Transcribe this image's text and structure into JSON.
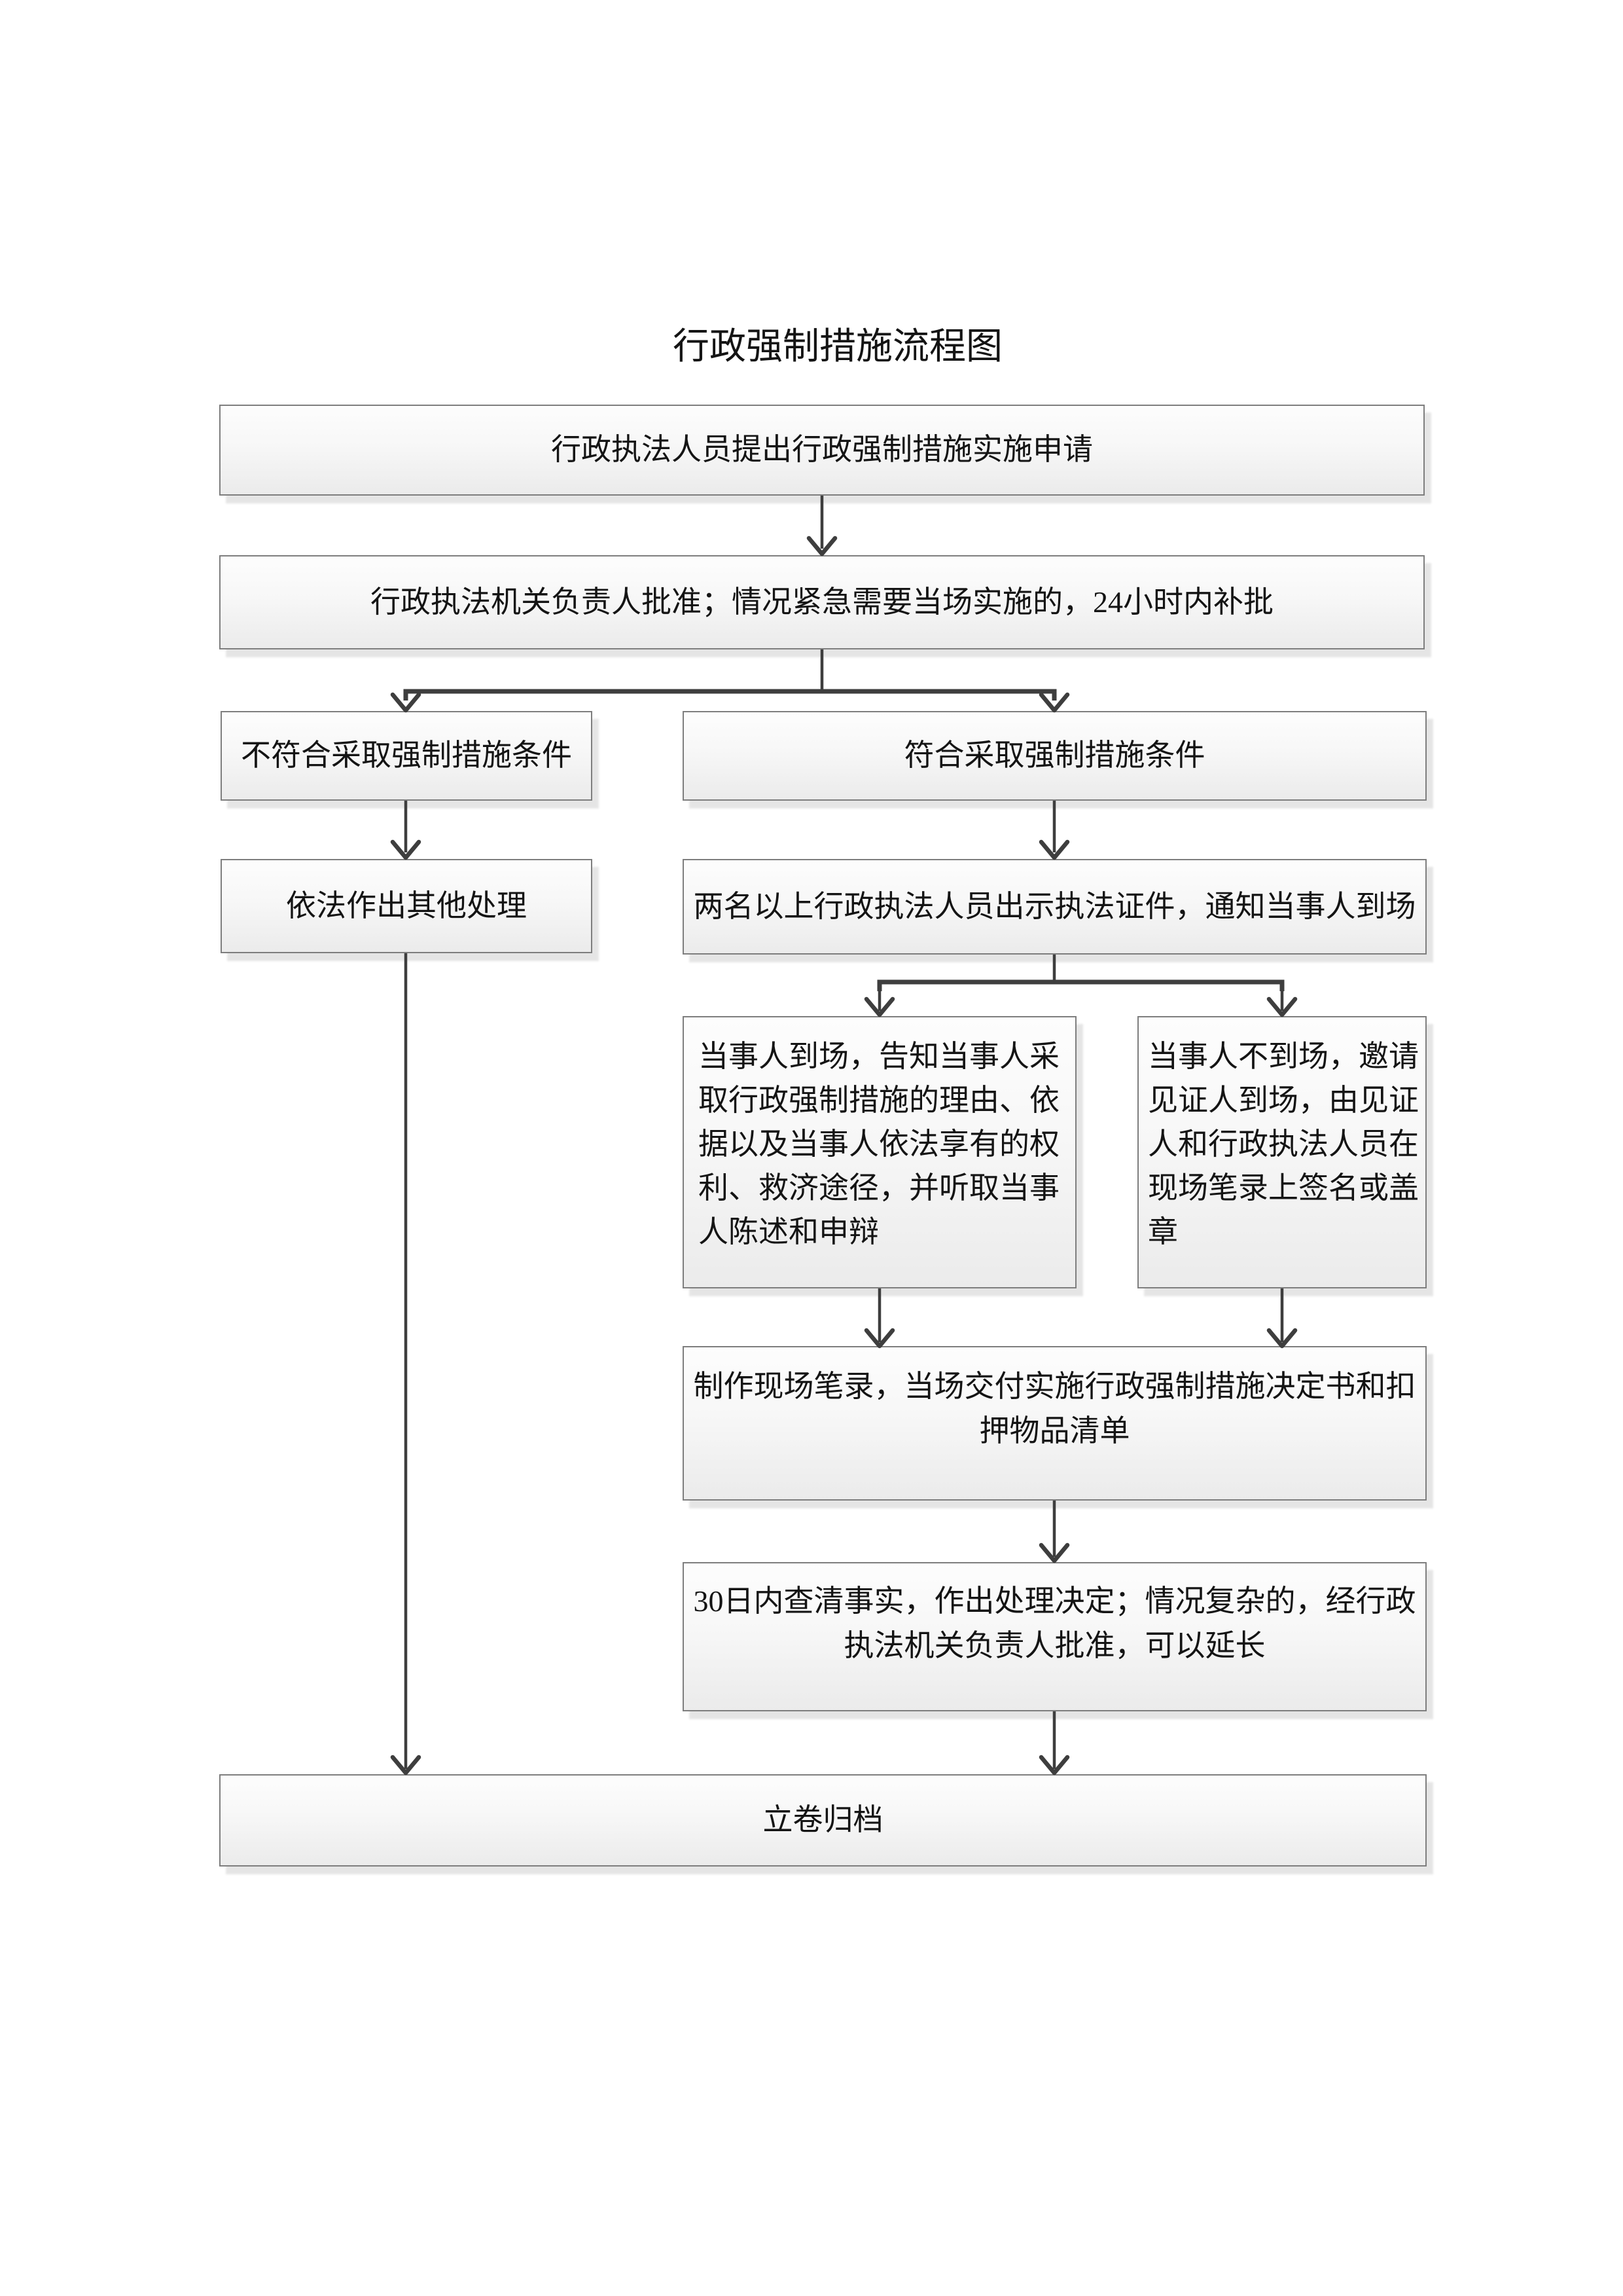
{
  "page": {
    "title": "行政强制措施流程图",
    "background": "#ffffff"
  },
  "flowchart": {
    "colors": {
      "connector": "#3e3e3e",
      "box_border": "#7e7e7e",
      "text": "#141414"
    },
    "nodes": {
      "apply": {
        "label": "行政执法人员提出行政强制措施实施申请"
      },
      "approve": {
        "label": "行政执法机关负责人批准；情况紧急需要当场实施的，24小时内补批"
      },
      "not_qualified": {
        "label": "不符合采取强制措施条件"
      },
      "qualified": {
        "label": "符合采取强制措施条件"
      },
      "other_handling": {
        "label": "依法作出其他处理"
      },
      "show_credentials": {
        "label": "两名以上行政执法人员出示执法证件，通知当事人到场"
      },
      "party_present": {
        "lines": [
          "当事人到场，告知当事人采",
          "取行政强制措施的理由、依",
          "据以及当事人依法享有的权",
          "利、救济途径，并听取当事",
          "人陈述和申辩"
        ]
      },
      "party_absent": {
        "lines": [
          "当事人不到场，邀请",
          "见证人到场，由见证",
          "人和行政执法人员在",
          "现场笔录上签名或盖",
          "章"
        ]
      },
      "onsite_record": {
        "lines": [
          "制作现场笔录，当场交付实施行政强制措施决定书和扣",
          "押物品清单"
        ]
      },
      "decision_30days": {
        "lines": [
          "30日内查清事实，作出处理决定；情况复杂的，经行政",
          "执法机关负责人批准，可以延长"
        ]
      },
      "archive": {
        "label": "立卷归档"
      }
    },
    "edges": [
      {
        "from": "apply",
        "to": "approve"
      },
      {
        "from": "approve",
        "to": "not_qualified"
      },
      {
        "from": "approve",
        "to": "qualified"
      },
      {
        "from": "not_qualified",
        "to": "other_handling"
      },
      {
        "from": "qualified",
        "to": "show_credentials"
      },
      {
        "from": "show_credentials",
        "to": "party_present"
      },
      {
        "from": "show_credentials",
        "to": "party_absent"
      },
      {
        "from": "party_present",
        "to": "onsite_record"
      },
      {
        "from": "party_absent",
        "to": "onsite_record"
      },
      {
        "from": "onsite_record",
        "to": "decision_30days"
      },
      {
        "from": "decision_30days",
        "to": "archive"
      },
      {
        "from": "other_handling",
        "to": "archive"
      }
    ]
  }
}
